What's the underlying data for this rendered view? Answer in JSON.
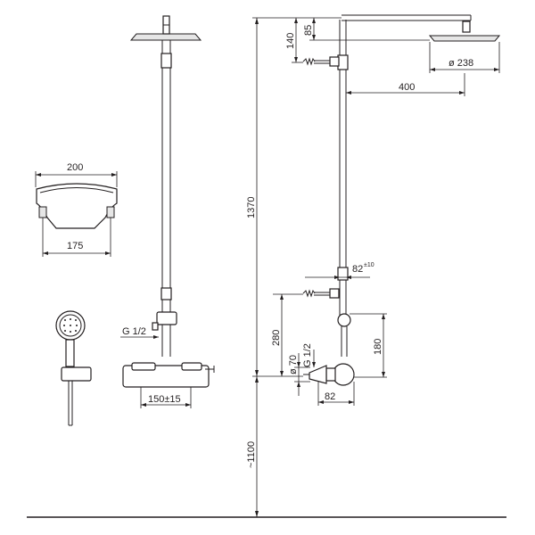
{
  "dimensions": {
    "d200": "200",
    "d175": "175",
    "d140": "140",
    "d85": "85",
    "d238": "ø 238",
    "d400": "400",
    "d1370": "1370",
    "d82tol_main": "82",
    "d82tol_sup": "±10",
    "d280": "280",
    "d180": "180",
    "d70": "ø 70",
    "dG12_left": "G 1/2",
    "dG12_right": "G 1/2",
    "d82": "82",
    "d150": "150±15",
    "d1100": "~1100"
  }
}
